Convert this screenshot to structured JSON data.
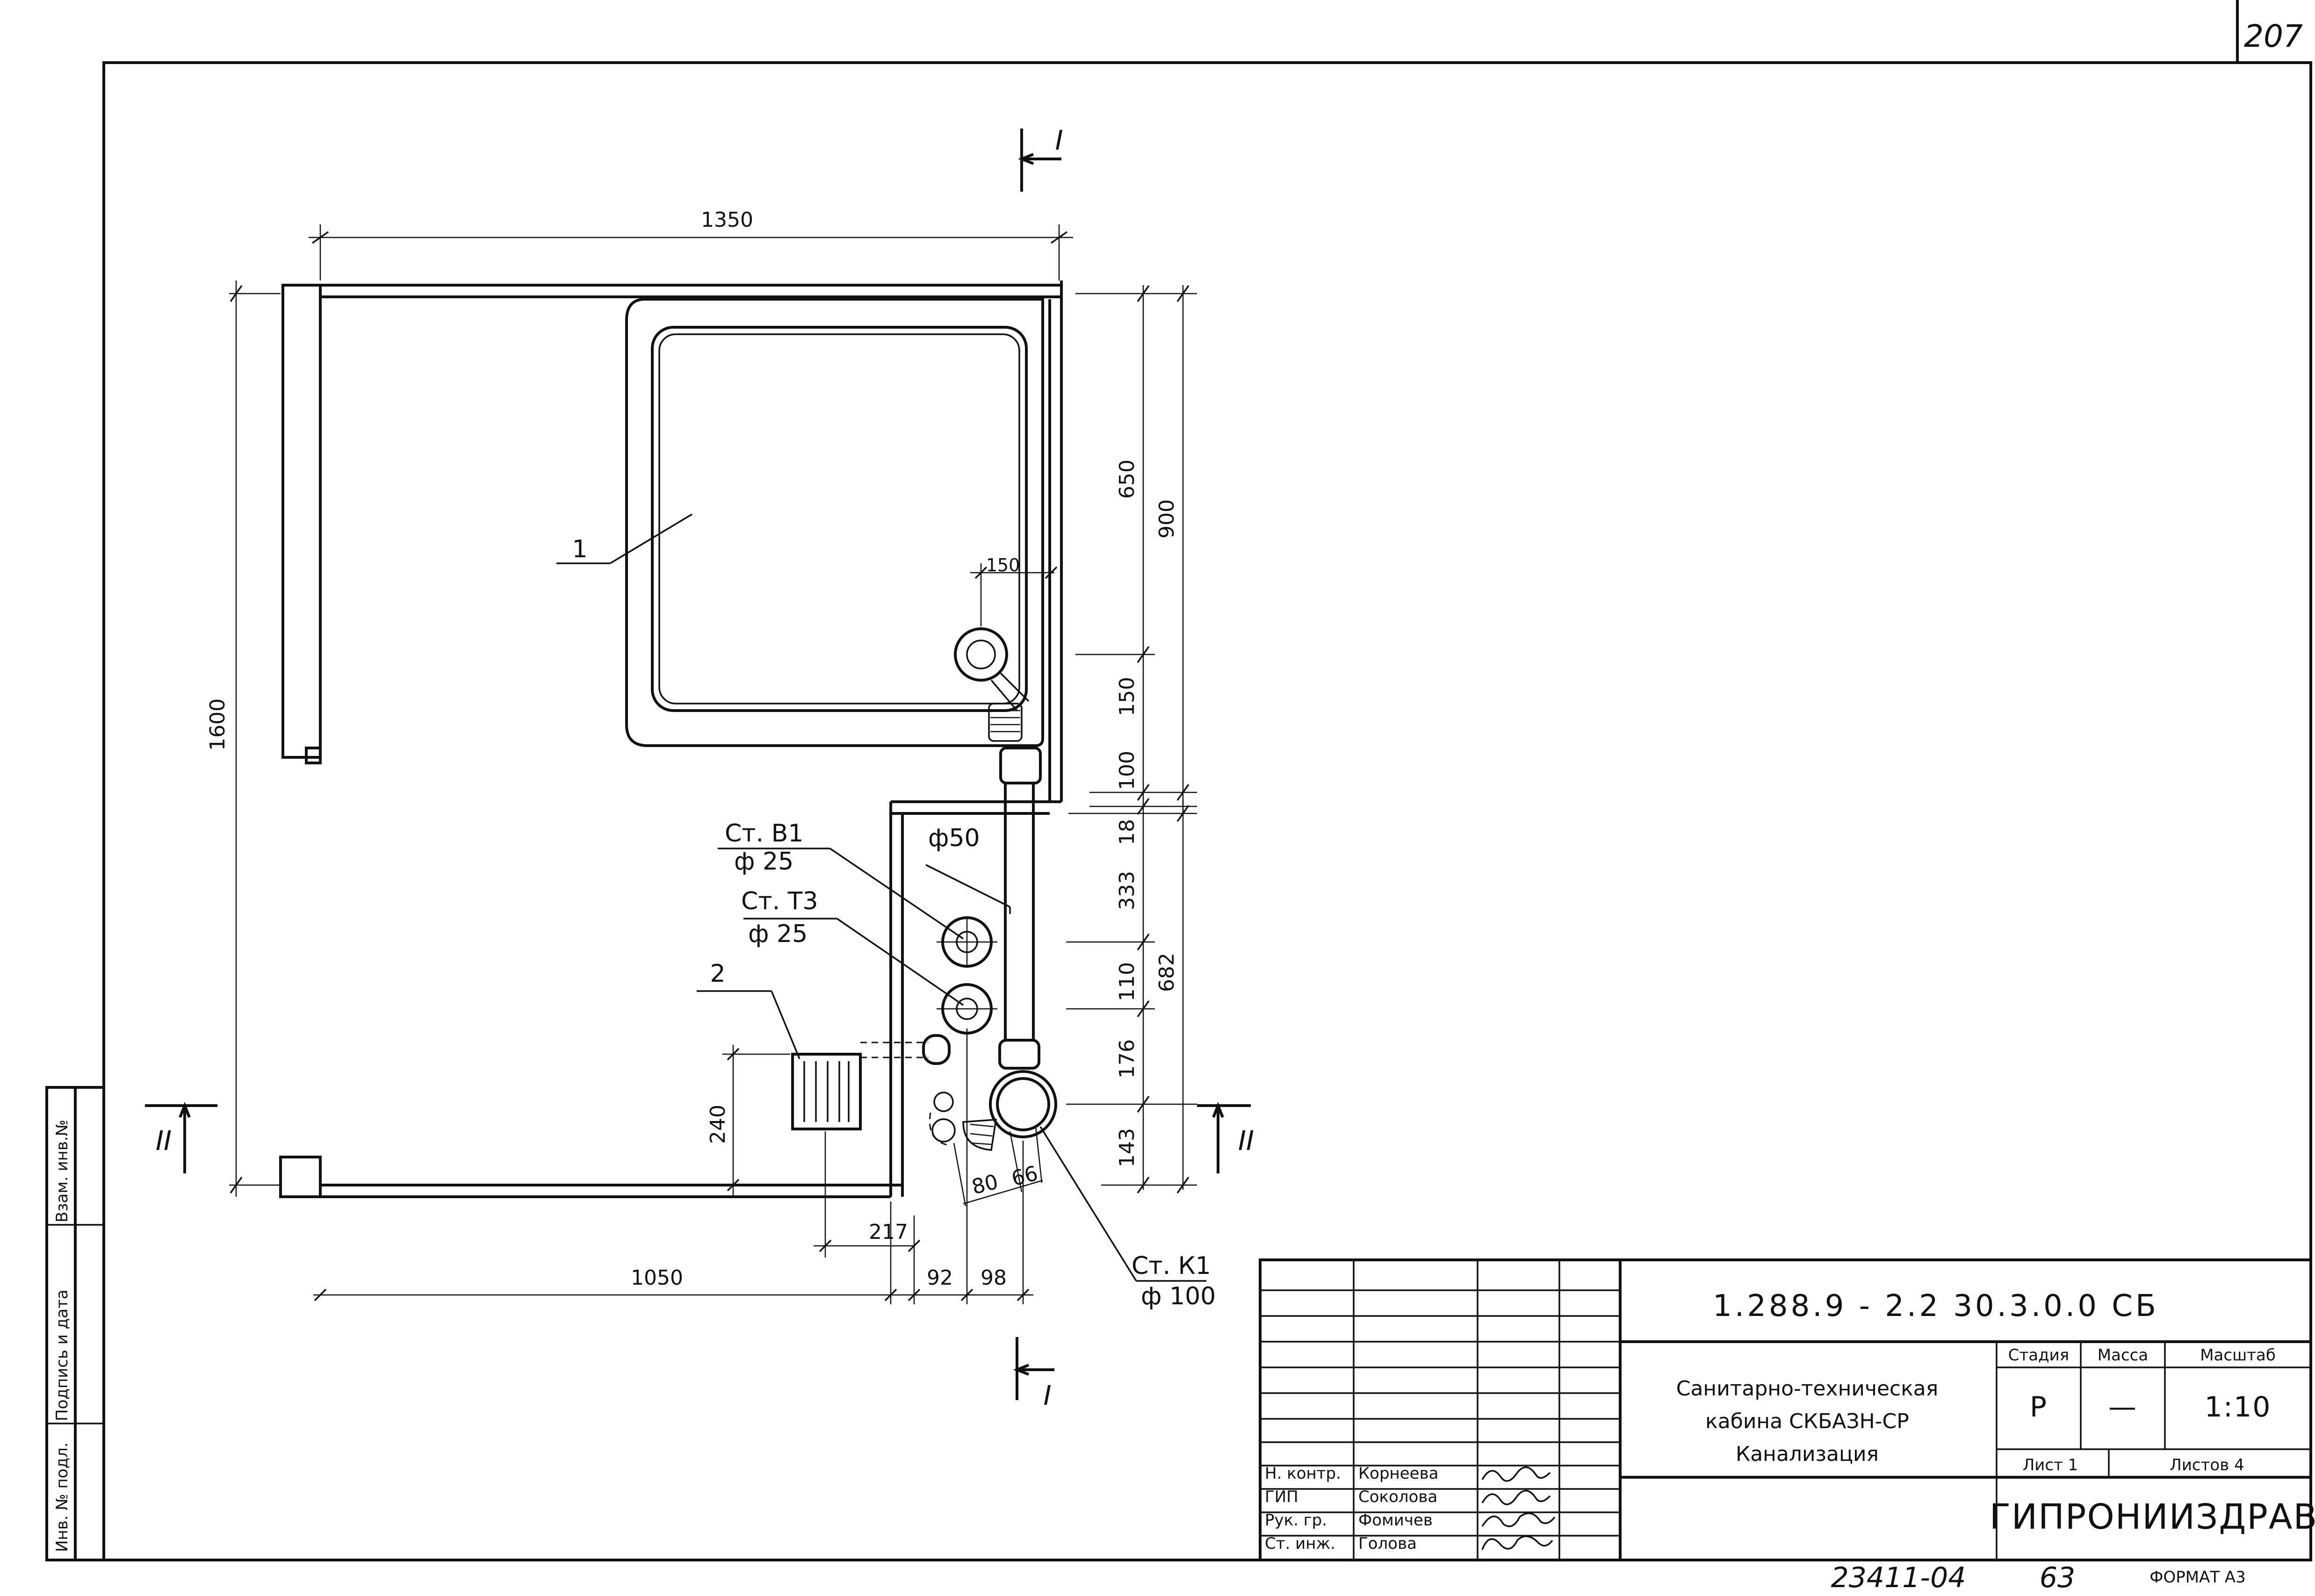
{
  "sheet": {
    "corner_number": "207",
    "bottom_code": "23411-04",
    "bottom_page": "63",
    "format": "ФОРМАТ А3"
  },
  "left_strip": {
    "labels": [
      "Инв. № подл.",
      "Подпись и дата",
      "Взам. инв.№"
    ]
  },
  "sections": {
    "top": "I",
    "bottom": "I",
    "left": "II",
    "right": "II"
  },
  "dimensions": {
    "d1350": "1350",
    "d1600": "1600",
    "d650": "650",
    "d900": "900",
    "d150a": "150",
    "d150b": "150",
    "d100": "100",
    "d18": "18",
    "d333": "333",
    "d682": "682",
    "d110": "110",
    "d176": "176",
    "d143": "143",
    "d240": "240",
    "d217": "217",
    "d1050": "1050",
    "d92": "92",
    "d98": "98",
    "d80": "80",
    "d66": "66"
  },
  "callouts": {
    "item1": "1",
    "item2": "2",
    "stB1": "Ст. В1",
    "stB1_dia": "ф 25",
    "stT3": "Ст. Т3",
    "stT3_dia": "ф 25",
    "dia50": "ф50",
    "stK1": "Ст. К1",
    "stK1_dia": "ф 100"
  },
  "title_block": {
    "doc_code": "1.288.9 - 2.2 30.3.0.0 СБ",
    "title_line1": "Санитарно-техническая",
    "title_line2": "кабина  СКБАЗН-СР",
    "title_line3": "Канализация",
    "stage_header": "Стадия",
    "mass_header": "Масса",
    "scale_header": "Масштаб",
    "stage": "Р",
    "mass": "—",
    "scale": "1:10",
    "sheet_label": "Лист 1",
    "sheets_label": "Листов 4",
    "organization": "ГИПРОНИИЗДРАВ",
    "roles": [
      "Н. контр.",
      "ГИП",
      "Рук. гр.",
      "Ст. инж."
    ],
    "names": [
      "Корнеева",
      "Соколова",
      "Фомичев",
      "Голова"
    ],
    "signatures": [
      "Sokug",
      "Соколова",
      "Фомичев",
      "Голова"
    ]
  }
}
